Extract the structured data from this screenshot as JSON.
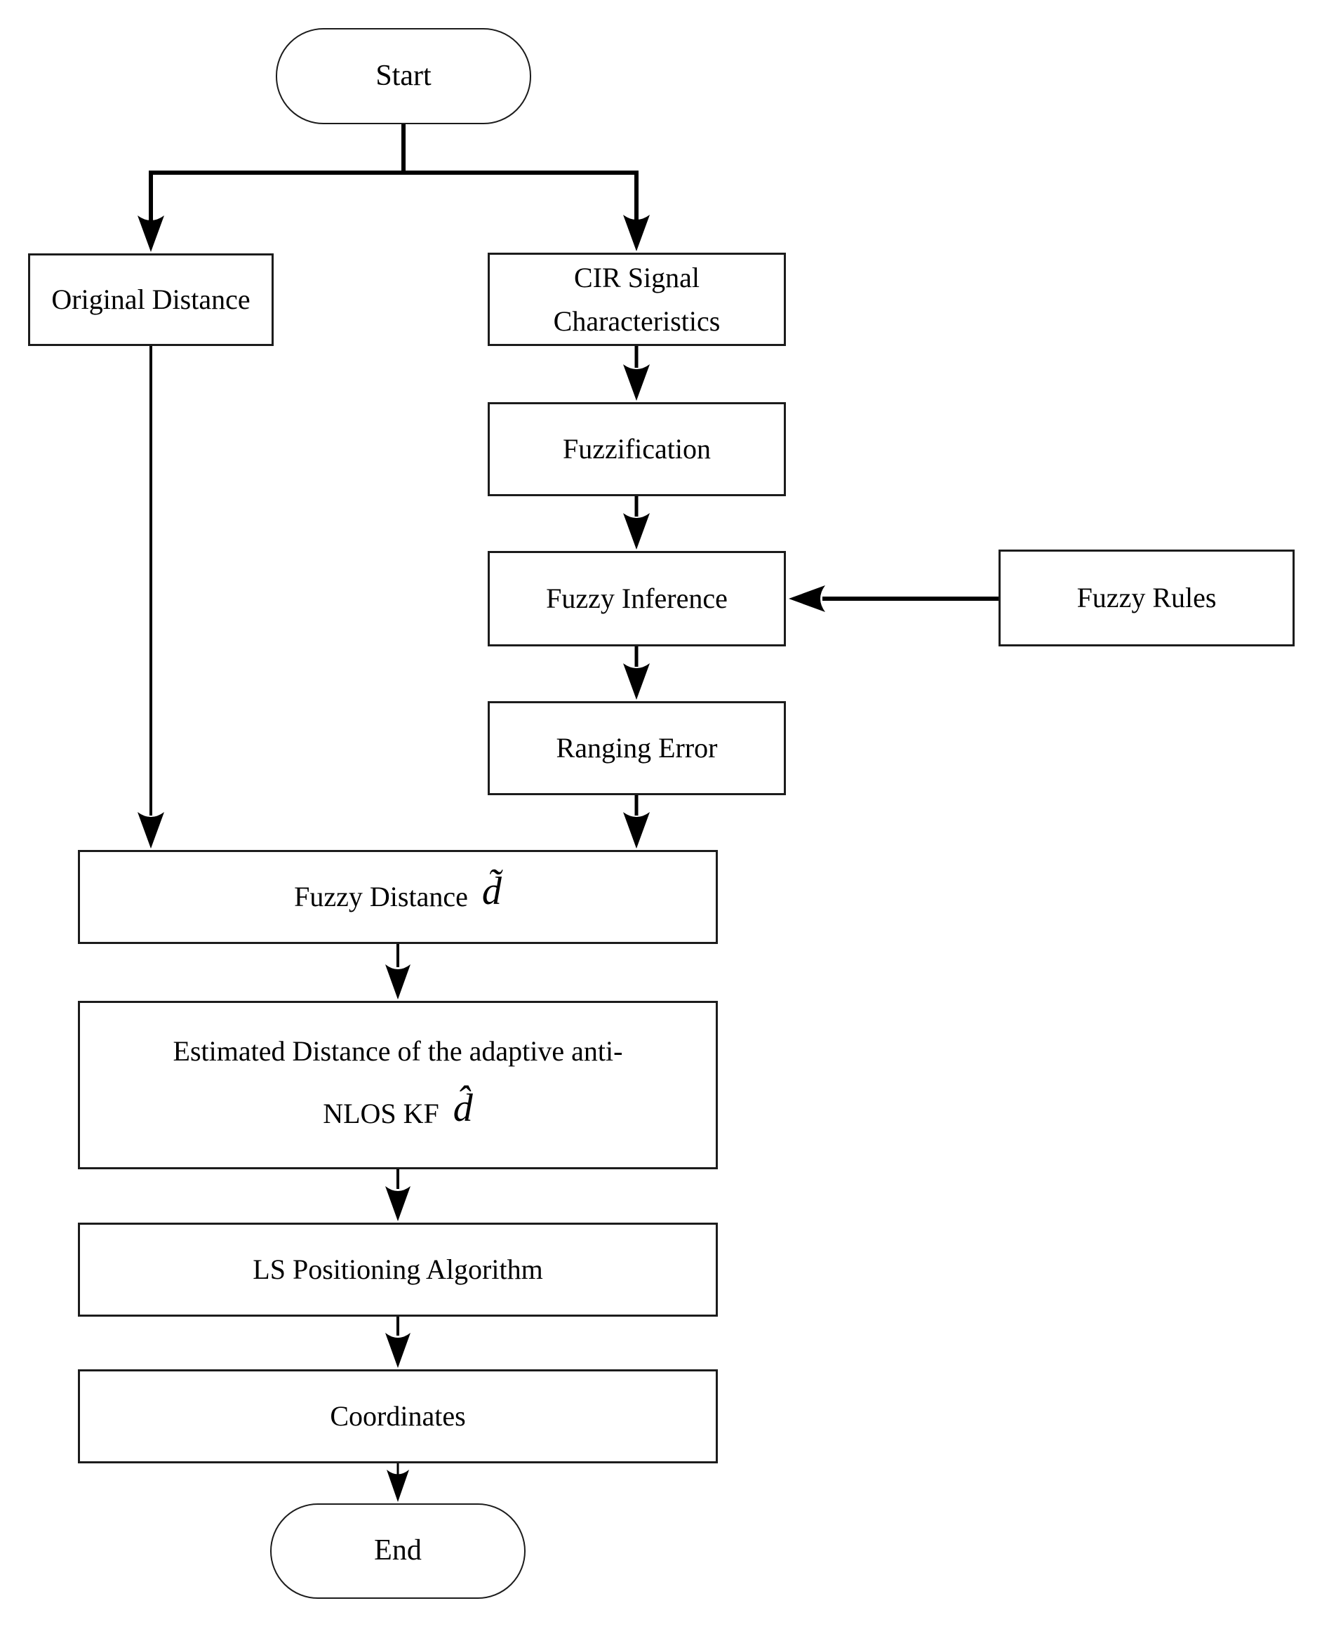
{
  "diagram": {
    "type": "flowchart",
    "nodes": {
      "start": {
        "label": "Start",
        "shape": "stadium"
      },
      "original_distance": {
        "label": "Original Distance",
        "shape": "rect"
      },
      "cir_signal": {
        "label": "CIR Signal Characteristics",
        "shape": "rect"
      },
      "fuzzification": {
        "label": "Fuzzification",
        "shape": "rect"
      },
      "fuzzy_inference": {
        "label": "Fuzzy Inference",
        "shape": "rect"
      },
      "fuzzy_rules": {
        "label": "Fuzzy Rules",
        "shape": "rect"
      },
      "ranging_error": {
        "label": "Ranging Error",
        "shape": "rect"
      },
      "fuzzy_distance": {
        "label": "Fuzzy Distance",
        "symbol": "d̃",
        "shape": "rect"
      },
      "estimated_distance": {
        "line1": "Estimated Distance of the adaptive anti-",
        "line2": "NLOS KF",
        "symbol": "d̂",
        "shape": "rect"
      },
      "ls_positioning": {
        "label": "LS Positioning Algorithm",
        "shape": "rect"
      },
      "coordinates": {
        "label": "Coordinates",
        "shape": "rect"
      },
      "end": {
        "label": "End",
        "shape": "stadium"
      }
    },
    "edges": [
      {
        "from": "start",
        "to": "original_distance"
      },
      {
        "from": "start",
        "to": "cir_signal"
      },
      {
        "from": "cir_signal",
        "to": "fuzzification"
      },
      {
        "from": "fuzzification",
        "to": "fuzzy_inference"
      },
      {
        "from": "fuzzy_rules",
        "to": "fuzzy_inference"
      },
      {
        "from": "fuzzy_inference",
        "to": "ranging_error"
      },
      {
        "from": "ranging_error",
        "to": "fuzzy_distance"
      },
      {
        "from": "original_distance",
        "to": "fuzzy_distance"
      },
      {
        "from": "fuzzy_distance",
        "to": "estimated_distance"
      },
      {
        "from": "estimated_distance",
        "to": "ls_positioning"
      },
      {
        "from": "ls_positioning",
        "to": "coordinates"
      },
      {
        "from": "coordinates",
        "to": "end"
      }
    ],
    "colors": {
      "stroke": "#000000",
      "node_border": "#1c1c1c",
      "fill": "#ffffff",
      "text": "#000000"
    }
  }
}
